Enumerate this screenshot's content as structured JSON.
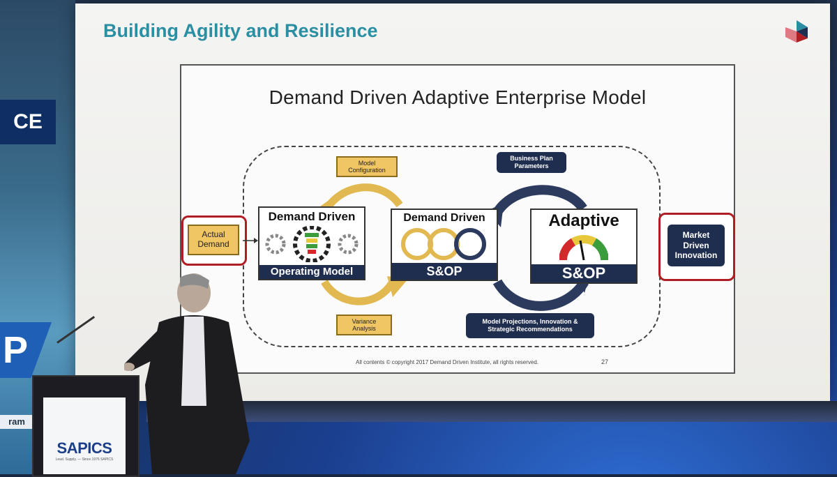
{
  "slide": {
    "title": "Building Agility and Resilience",
    "model_title": "Demand Driven Adaptive Enterprise Model",
    "footer": "All contents © copyright 2017 Demand Driven Institute, all rights reserved.",
    "page_number": "27"
  },
  "diagram": {
    "actual_demand": "Actual\nDemand",
    "market_driven": "Market\nDriven\nInnovation",
    "model_configuration": "Model\nConfiguration",
    "variance_analysis": "Variance\nAnalysis",
    "business_plan": "Business Plan\nParameters",
    "model_projections": "Model Projections, Innovation &\nStrategic Recommendations",
    "ddom_head": "Demand Driven",
    "ddom_foot": "Operating Model",
    "ddsop_head": "Demand Driven",
    "ddsop_foot": "S&OP",
    "adsop_head": "Adaptive",
    "adsop_foot": "S&OP"
  },
  "venue": {
    "left_banner": "CE",
    "left_letter": "P",
    "left_sponsor": "ram",
    "podium_brand": "SAPICS",
    "podium_tag": "Lead. Supply. — Since 1976 SAPICS"
  },
  "colors": {
    "title": "#2a8fa3",
    "navy": "#1f2d4f",
    "gold": "#f0c564",
    "red_outline": "#b01e23"
  }
}
